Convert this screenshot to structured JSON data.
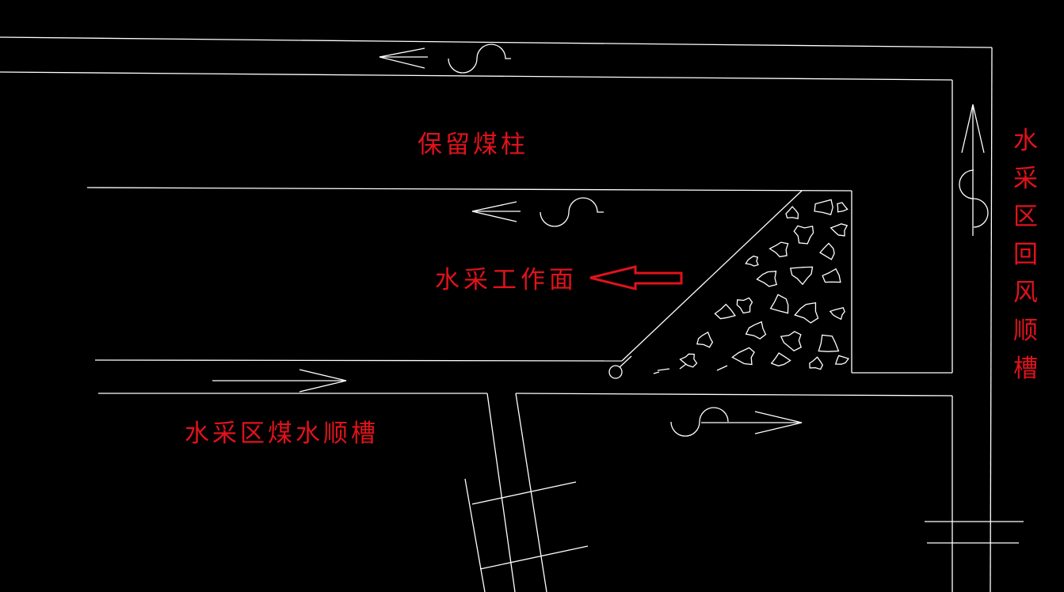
{
  "colors": {
    "background": "#000000",
    "lines": "#ffffff",
    "labels": "#e0121b"
  },
  "labels": {
    "reserved_pillar": "保留煤柱",
    "hydraulic_face": "水采工作面",
    "coal_water_trough": "水采区煤水顺槽",
    "return_air_trough": "水采区回风顺槽"
  },
  "icons": {
    "airflow_arrow": "airflow-arrow-icon",
    "air_door": "air-door-symbol-icon",
    "goaf_rubble": "goaf-rubble-pattern",
    "sump": "sump-circle-icon",
    "indicator": "hollow-arrow-icon"
  }
}
